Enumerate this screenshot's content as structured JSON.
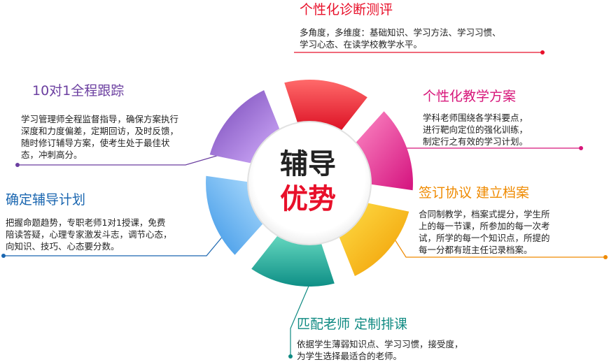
{
  "center": {
    "line1": "辅导",
    "line2": "优势",
    "line1_color": "#222222",
    "line2_color": "#e8102a"
  },
  "colors": {
    "red": "#e8102a",
    "magenta": "#d7167a",
    "orange": "#ef8a00",
    "teal": "#0f8a82",
    "blue": "#1a66b0",
    "purple": "#6b3fa0"
  },
  "items": [
    {
      "title": "个性化诊断测评",
      "lines": [
        "多角度，多维度：基础知识、学习方法、学习习惯、",
        "学习心态、在读学校教学水平。"
      ]
    },
    {
      "title": "个性化教学方案",
      "lines": [
        "学科老师围绕各学科要点，",
        "进行靶向定位的强化训练，",
        "制定行之有效的学习计划。"
      ]
    },
    {
      "title": "签订协议 建立档案",
      "lines": [
        "合同制教学，档案式提分，学生所",
        "上的每一节课，所参加的每一次考",
        "试，所学的每一个知识点，所提的",
        "每一分都有班主任记录档案。"
      ]
    },
    {
      "title": "匹配老师 定制排课",
      "lines": [
        "依据学生薄弱知识点、学习习惯，接受度，",
        "为学生选择最适合的老师。"
      ]
    },
    {
      "title": "确定辅导计划",
      "lines": [
        "把握命题趋势，专职老师1对1授课，免费",
        "陪读答疑，心理专家激发斗志，调节心态，",
        "向知识、技巧、心态要分数。"
      ]
    },
    {
      "title": "10对1全程跟踪",
      "lines": [
        "学习管理师全程监督指导，确保方案执行",
        "深度和力度偏差，定期回访，及时反馈，",
        "随时修订辅导方案，使考生处于最佳状",
        "态，冲刺高分。"
      ]
    }
  ]
}
